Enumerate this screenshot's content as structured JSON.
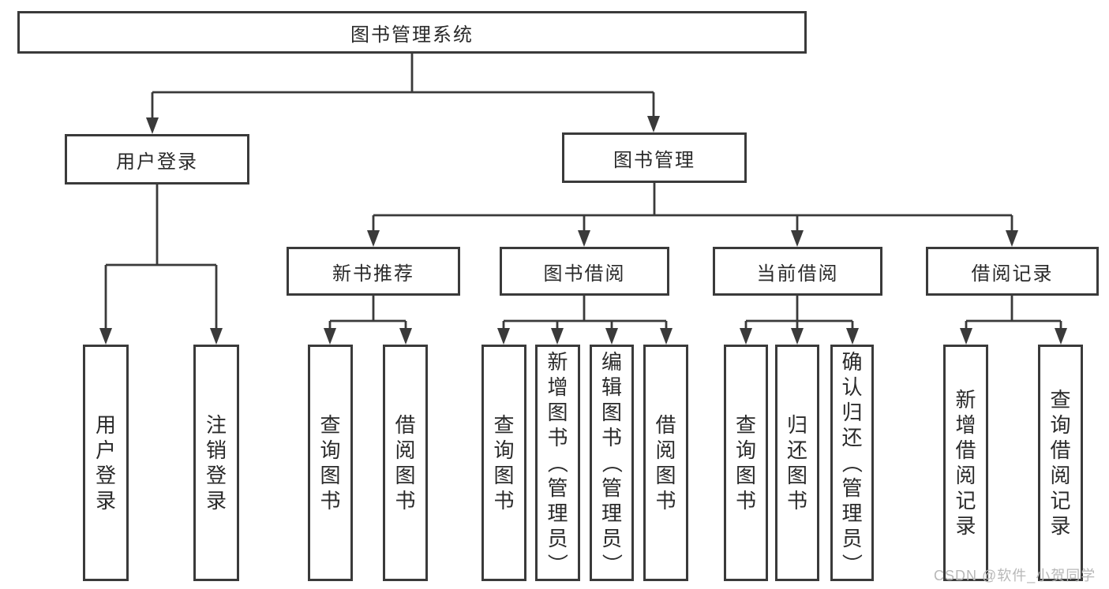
{
  "tree": {
    "root": {
      "label": "图书管理系统"
    },
    "branches": [
      {
        "label": "用户登录",
        "children": [
          {
            "label": "用户登录"
          },
          {
            "label": "注销登录"
          }
        ]
      },
      {
        "label": "图书管理",
        "sections": [
          {
            "label": "新书推荐",
            "children": [
              {
                "label": "查询图书"
              },
              {
                "label": "借阅图书"
              }
            ]
          },
          {
            "label": "图书借阅",
            "children": [
              {
                "label": "查询图书"
              },
              {
                "label": "新增图书（管理员）"
              },
              {
                "label": "编辑图书（管理员）"
              },
              {
                "label": "借阅图书"
              }
            ]
          },
          {
            "label": "当前借阅",
            "children": [
              {
                "label": "查询图书"
              },
              {
                "label": "归还图书"
              },
              {
                "label": "确认归还（管理员）"
              }
            ]
          },
          {
            "label": "借阅记录",
            "children": [
              {
                "label": "新增借阅记录"
              },
              {
                "label": "查询借阅记录"
              }
            ]
          }
        ]
      }
    ]
  },
  "watermark": {
    "text": "CSDN @软件_小贺同学"
  },
  "colors": {
    "line": "#3a3a3a",
    "box_border": "#3a3a3a",
    "text": "#2a2a2a",
    "watermark": "#b8b8b8",
    "background": "#ffffff"
  }
}
